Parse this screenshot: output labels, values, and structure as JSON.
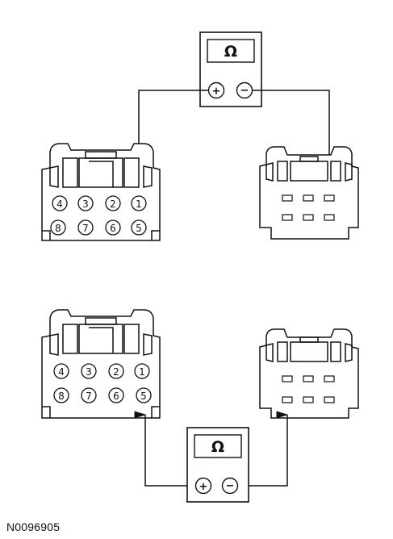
{
  "figure_id": "N0096905",
  "meter": {
    "symbol": "Ω",
    "plus": "+",
    "minus": "−"
  },
  "connector_pins": {
    "top_row": [
      "4",
      "3",
      "2",
      "1"
    ],
    "bottom_row": [
      "8",
      "7",
      "6",
      "5"
    ]
  }
}
